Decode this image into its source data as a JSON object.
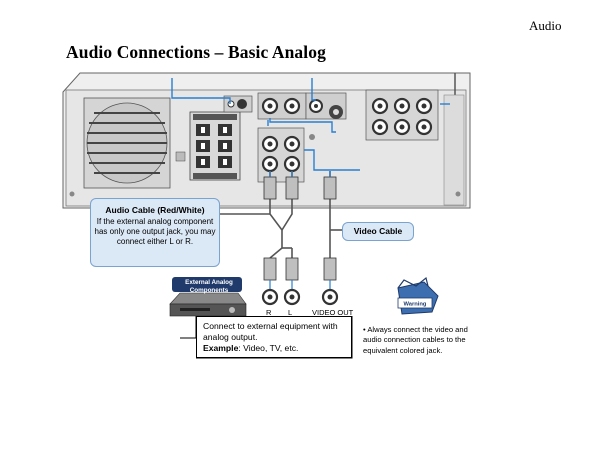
{
  "header": {
    "section": "Audio"
  },
  "title": "Audio Connections – Basic Analog",
  "diagram": {
    "audio_cable": {
      "title": "Audio Cable (Red/White)",
      "body": "If the external analog component has only one output jack, you may connect either L or R."
    },
    "video_cable_label": "Video Cable",
    "external_component_label": "External Analog Components",
    "jack_labels": {
      "r": "R",
      "l": "L",
      "video_out": "VIDEO OUT"
    },
    "connect_text": "Connect to external equipment with analog output.",
    "example_label": "Example",
    "example_text": ": Video, TV, etc.",
    "warning_badge": "Warning",
    "note": "Always connect the video and audio connection cables to the equivalent colored jack."
  }
}
